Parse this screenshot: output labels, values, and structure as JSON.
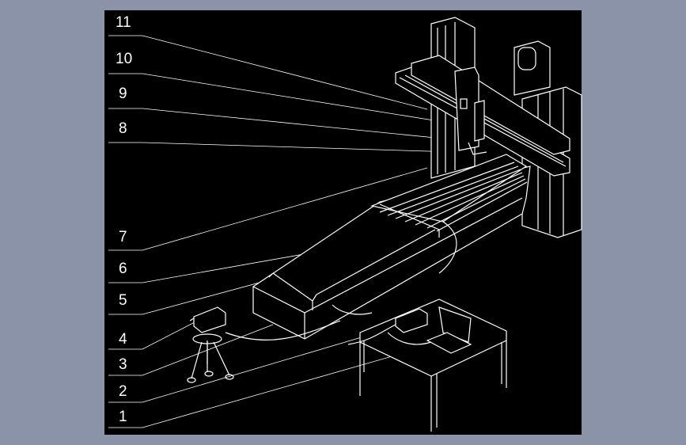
{
  "colors": {
    "background": "#8b93a8",
    "canvas": "#000000",
    "lines": "#ffffff"
  },
  "labels": [
    "11",
    "10",
    "9",
    "8",
    "7",
    "6",
    "5",
    "4",
    "3",
    "2",
    "1"
  ]
}
